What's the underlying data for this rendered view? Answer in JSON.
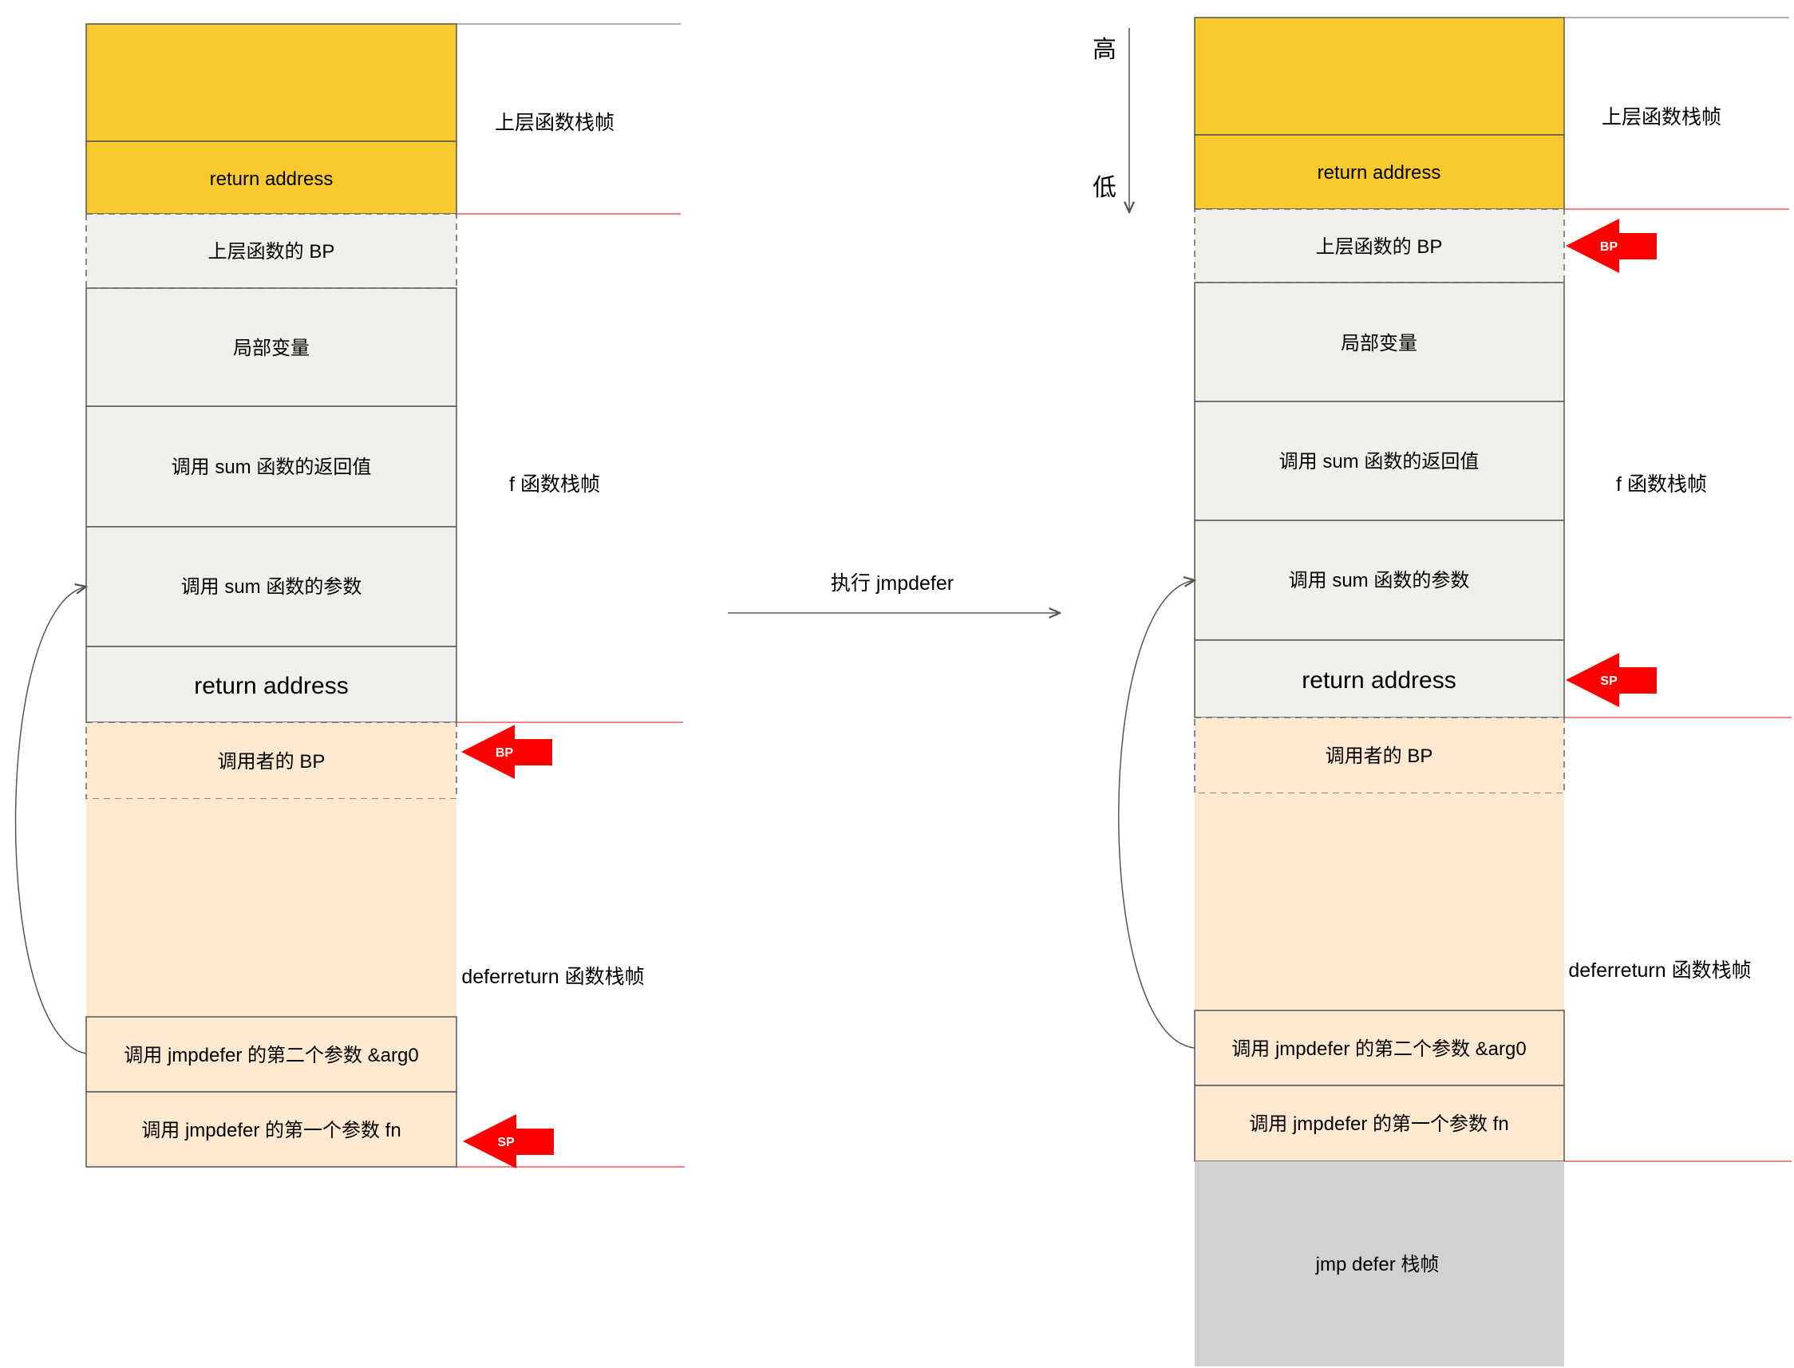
{
  "colors": {
    "upper": "#f8ca2e",
    "frame_f": "#eef1e9",
    "frame_defer": "#fde8d0",
    "frame_jmp": "#d0d1d0",
    "separator": "#ef5b5b",
    "pointer": "#ff0000",
    "stroke": "#555555"
  },
  "left": {
    "cells": [
      {
        "text": ""
      },
      {
        "text": "return address"
      },
      {
        "text": "上层函数的 BP"
      },
      {
        "text": "局部变量"
      },
      {
        "text": "调用 sum 函数的返回值"
      },
      {
        "text": "调用 sum 函数的参数"
      },
      {
        "text": "return address"
      },
      {
        "text": "调用者的 BP"
      },
      {
        "text": ""
      },
      {
        "text": "调用 jmpdefer 的第二个参数 &arg0"
      },
      {
        "text": "调用 jmpdefer 的第一个参数 fn"
      }
    ],
    "labels": {
      "upper": "上层函数栈帧",
      "f": "f 函数栈帧",
      "defer": "deferreturn 函数栈帧"
    },
    "bp": "BP",
    "sp": "SP"
  },
  "right": {
    "cells": [
      {
        "text": ""
      },
      {
        "text": "return address"
      },
      {
        "text": "上层函数的 BP"
      },
      {
        "text": "局部变量"
      },
      {
        "text": "调用 sum 函数的返回值"
      },
      {
        "text": "调用 sum 函数的参数"
      },
      {
        "text": "return address"
      },
      {
        "text": "调用者的 BP"
      },
      {
        "text": ""
      },
      {
        "text": "调用 jmpdefer 的第二个参数 &arg0"
      },
      {
        "text": "调用 jmpdefer 的第一个参数 fn"
      },
      {
        "text": "jmp defer 栈帧"
      }
    ],
    "labels": {
      "upper": "上层函数栈帧",
      "f": "f 函数栈帧",
      "defer": "deferreturn 函数栈帧"
    },
    "bp": "BP",
    "sp": "SP"
  },
  "transition": "执行 jmpdefer",
  "axis": {
    "high": "高",
    "low": "低"
  }
}
